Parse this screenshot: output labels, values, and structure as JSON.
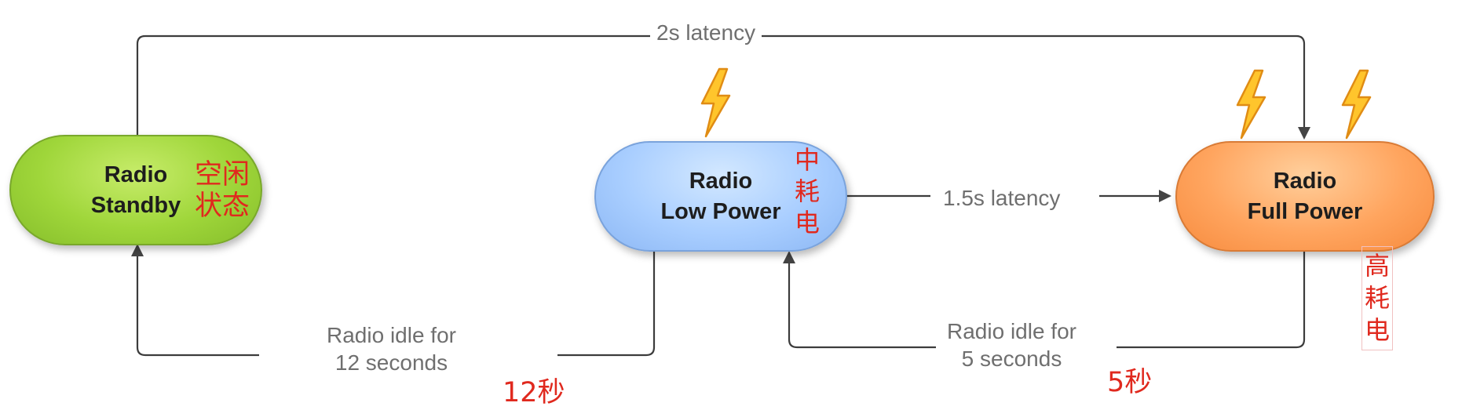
{
  "nodes": {
    "standby": {
      "line1": "Radio",
      "line2": "Standby",
      "color": "#9fd63a"
    },
    "low_power": {
      "line1": "Radio",
      "line2": "Low Power",
      "color": "#a9ceff"
    },
    "full_power": {
      "line1": "Radio",
      "line2": "Full Power",
      "color": "#ffa55f"
    }
  },
  "edges": {
    "standby_to_full": {
      "label": "2s latency"
    },
    "low_to_full": {
      "label": "1.5s latency"
    },
    "low_to_standby": {
      "line1": "Radio idle for",
      "line2": "12 seconds"
    },
    "full_to_low": {
      "line1": "Radio idle for",
      "line2": "5 seconds"
    }
  },
  "annotations": {
    "standby": {
      "line1": "空闲",
      "line2": "状态"
    },
    "low_power": {
      "line1": "中",
      "line2": "耗",
      "line3": "电"
    },
    "full_power": {
      "line1": "高",
      "line2": "耗",
      "line3": "电"
    },
    "idle_12": "12秒",
    "idle_5": "5秒",
    "color": "#e0291e"
  },
  "icons": {
    "power": "lightning-bolt-icon",
    "low_power_count": 1,
    "full_power_count": 2
  }
}
